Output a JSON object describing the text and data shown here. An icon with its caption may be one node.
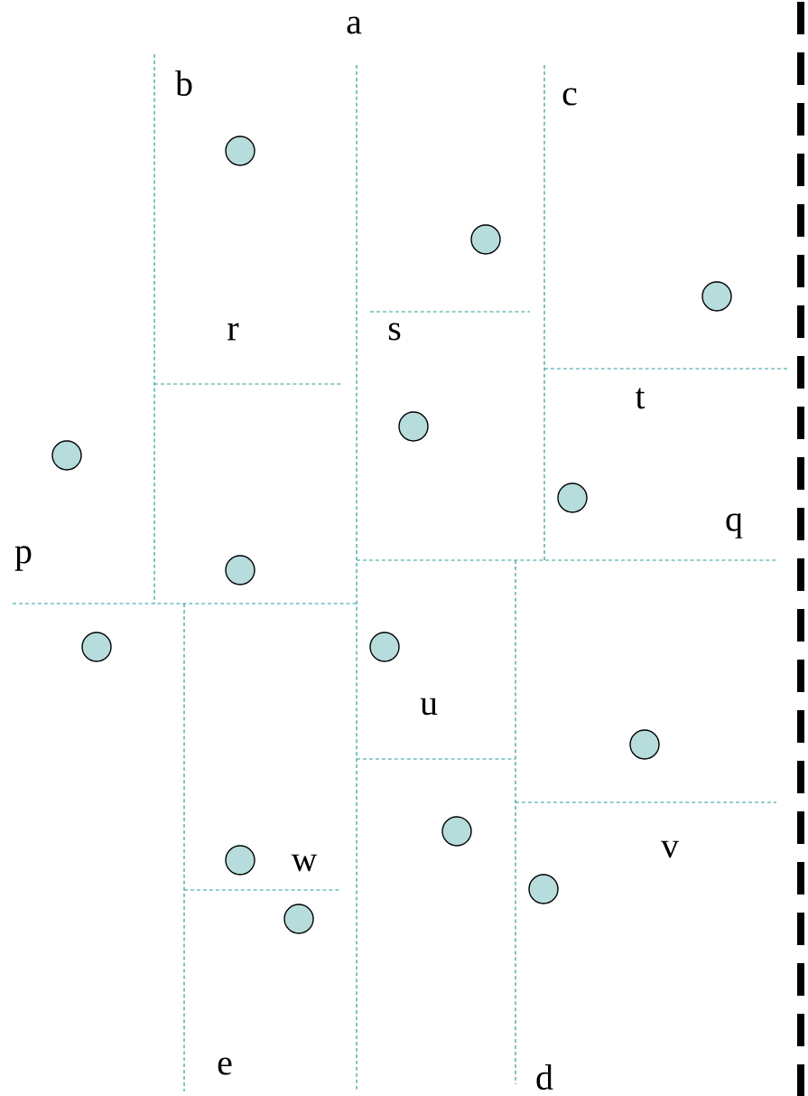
{
  "diagram": {
    "nodes": [
      {
        "text": [],
        "shape": "circle"
      },
      {
        "text": [],
        "shape": "circle"
      },
      {
        "text": [],
        "shape": "circle"
      },
      {
        "text": [],
        "shape": "circle"
      },
      {
        "text": [],
        "shape": "circle"
      },
      {
        "text": [],
        "shape": "circle"
      },
      {
        "text": [],
        "shape": "circle"
      },
      {
        "text": [],
        "shape": "circle"
      },
      {
        "text": [],
        "shape": "circle"
      },
      {
        "text": [],
        "shape": "circle"
      },
      {
        "text": [],
        "shape": "circle"
      },
      {
        "text": [],
        "shape": "circle"
      },
      {
        "text": [],
        "shape": "circle"
      },
      {
        "text": [],
        "shape": "circle"
      }
    ],
    "labels": [
      "a",
      "b",
      "c",
      "r",
      "s",
      "t",
      "q",
      "p",
      "u",
      "v",
      "w",
      "e",
      "d"
    ]
  }
}
